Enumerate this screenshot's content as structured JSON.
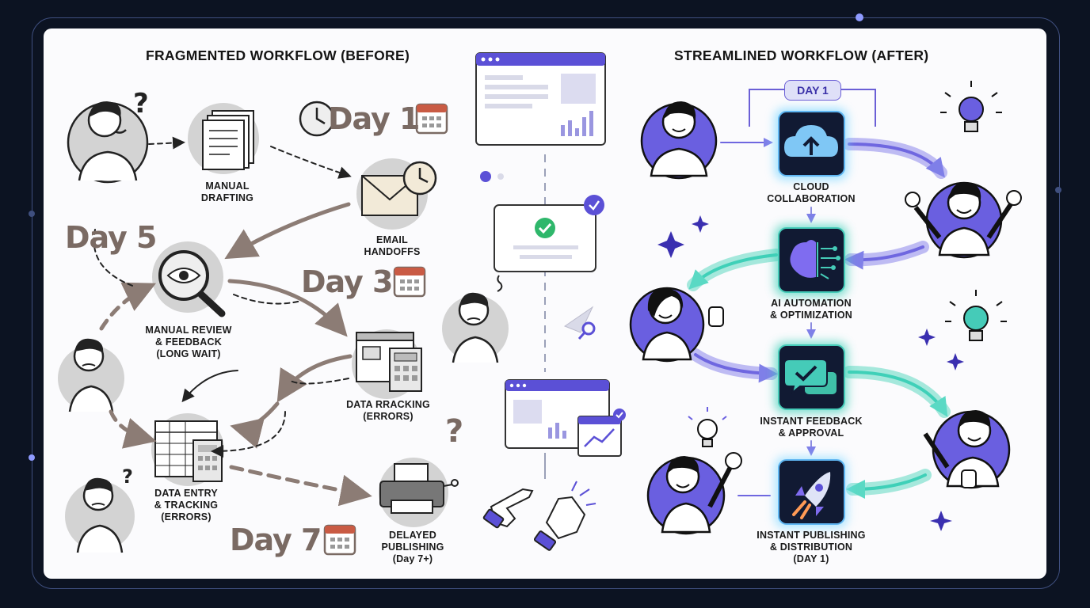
{
  "before": {
    "title": "FRAGMENTED WORKFLOW (BEFORE)",
    "steps": [
      {
        "line1": "MANUAL",
        "line2": "DRAFTING",
        "icon": "documents-icon"
      },
      {
        "line1": "EMAIL",
        "line2": "HANDOFFS",
        "icon": "envelope-clock-icon"
      },
      {
        "line1": "MANUAL REVIEW",
        "line2": "& FEEDBACK",
        "line3": "(LONG WAIT)",
        "icon": "magnifier-eye-icon"
      },
      {
        "line1": "DATA RRACKING",
        "line2": "(ERRORS)",
        "icon": "browser-calculator-icon"
      },
      {
        "line1": "DATA ENTRY",
        "line2": "& TRACKING",
        "line3": "(ERRORS)",
        "icon": "spreadsheet-calculator-icon"
      },
      {
        "line1": "DELAYED",
        "line2": "PUBLISHING",
        "line3": "(Day 7+)",
        "icon": "printer-icon"
      }
    ],
    "days": {
      "d1": "Day 1",
      "d3": "Day 3",
      "d5": "Day 5",
      "d7": "Day 7"
    }
  },
  "after": {
    "title": "STREAMLINED WORKFLOW (AFTER)",
    "badge": "DAY 1",
    "steps": [
      {
        "line1": "CLOUD",
        "line2": "COLLABORATION",
        "icon": "cloud-upload-icon"
      },
      {
        "line1": "AI AUTOMATION",
        "line2": "& OPTIMIZATION",
        "icon": "ai-brain-icon"
      },
      {
        "line1": "INSTANT FEEDBACK",
        "line2": "& APPROVAL",
        "icon": "chat-check-icon"
      },
      {
        "line1": "INSTANT PUBLISHING",
        "line2": "& DISTRIBUTION",
        "line3": "(DAY 1)",
        "icon": "rocket-icon"
      }
    ]
  },
  "colors": {
    "accent": "#5b50d6",
    "teal": "#3fd0b8",
    "arrow": "#8c7c75",
    "tile": "#111a33",
    "day": "#7a6a63"
  }
}
